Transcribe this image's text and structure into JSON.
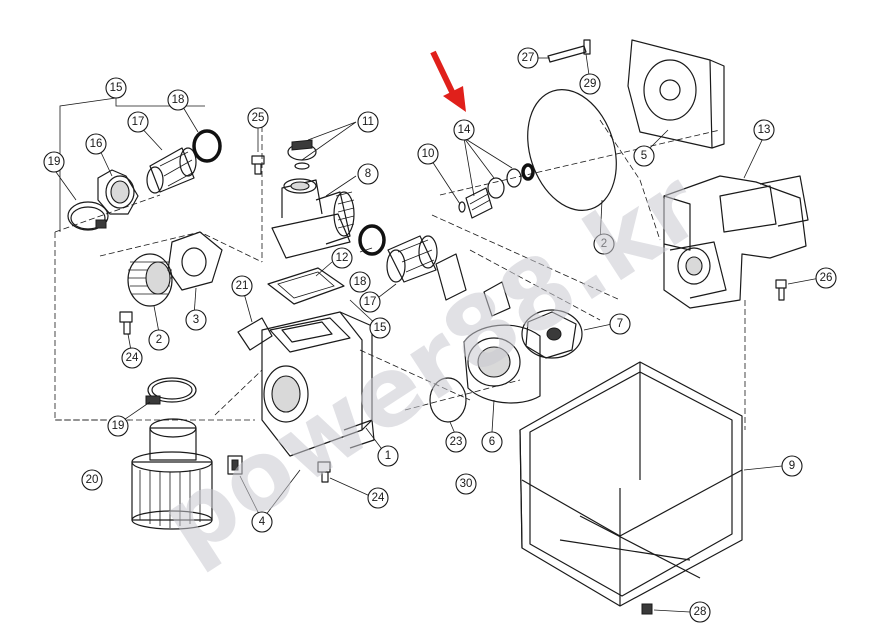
{
  "diagram": {
    "watermark": "power88.kr",
    "arrow_color": "#e0201b",
    "callouts": [
      "1",
      "2",
      "3",
      "4",
      "5",
      "6",
      "7",
      "8",
      "9",
      "10",
      "11",
      "12",
      "13",
      "14",
      "15",
      "16",
      "17",
      "18",
      "19",
      "20",
      "21",
      "23",
      "24",
      "25",
      "26",
      "27",
      "28",
      "29",
      "30"
    ]
  }
}
